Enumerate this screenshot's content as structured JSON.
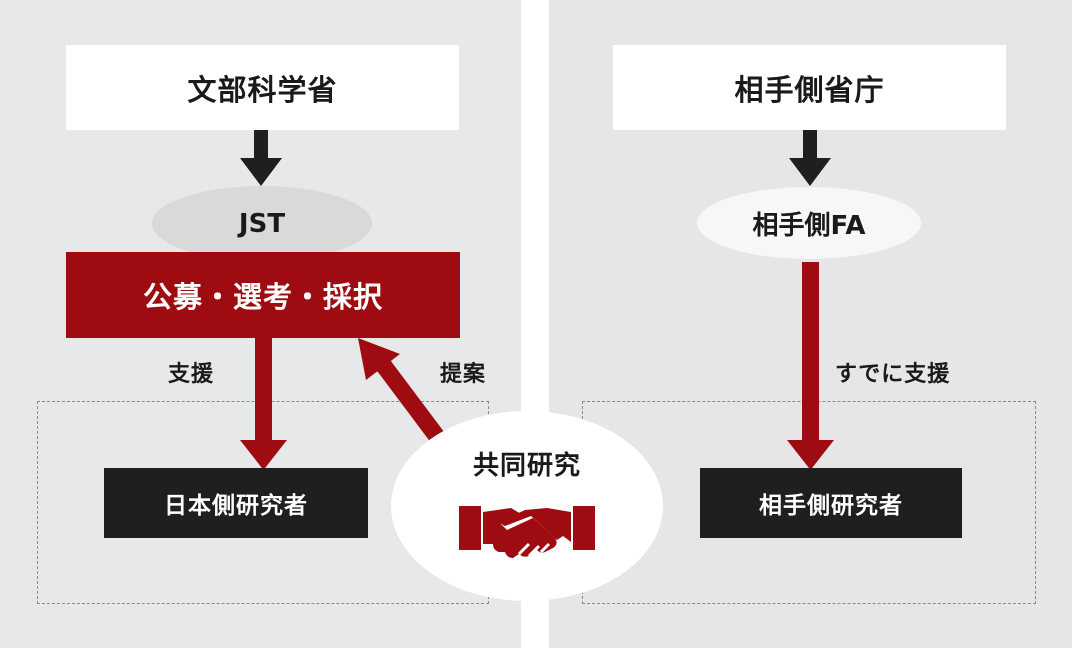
{
  "left": {
    "ministry": "文部科学省",
    "agency": "JST",
    "process": "公募・選考・採択",
    "support_label": "支援",
    "proposal_label": "提案",
    "researcher": "日本側研究者"
  },
  "center": {
    "collab_title": "共同研究",
    "icon": "handshake-icon"
  },
  "right": {
    "ministry": "相手側省庁",
    "agency": "相手側FA",
    "support_label": "すでに支援",
    "researcher": "相手側研究者"
  },
  "colors": {
    "accent_red": "#9e0c12",
    "dark": "#1f1f1f",
    "panel_bg": "#e6e8ea"
  }
}
